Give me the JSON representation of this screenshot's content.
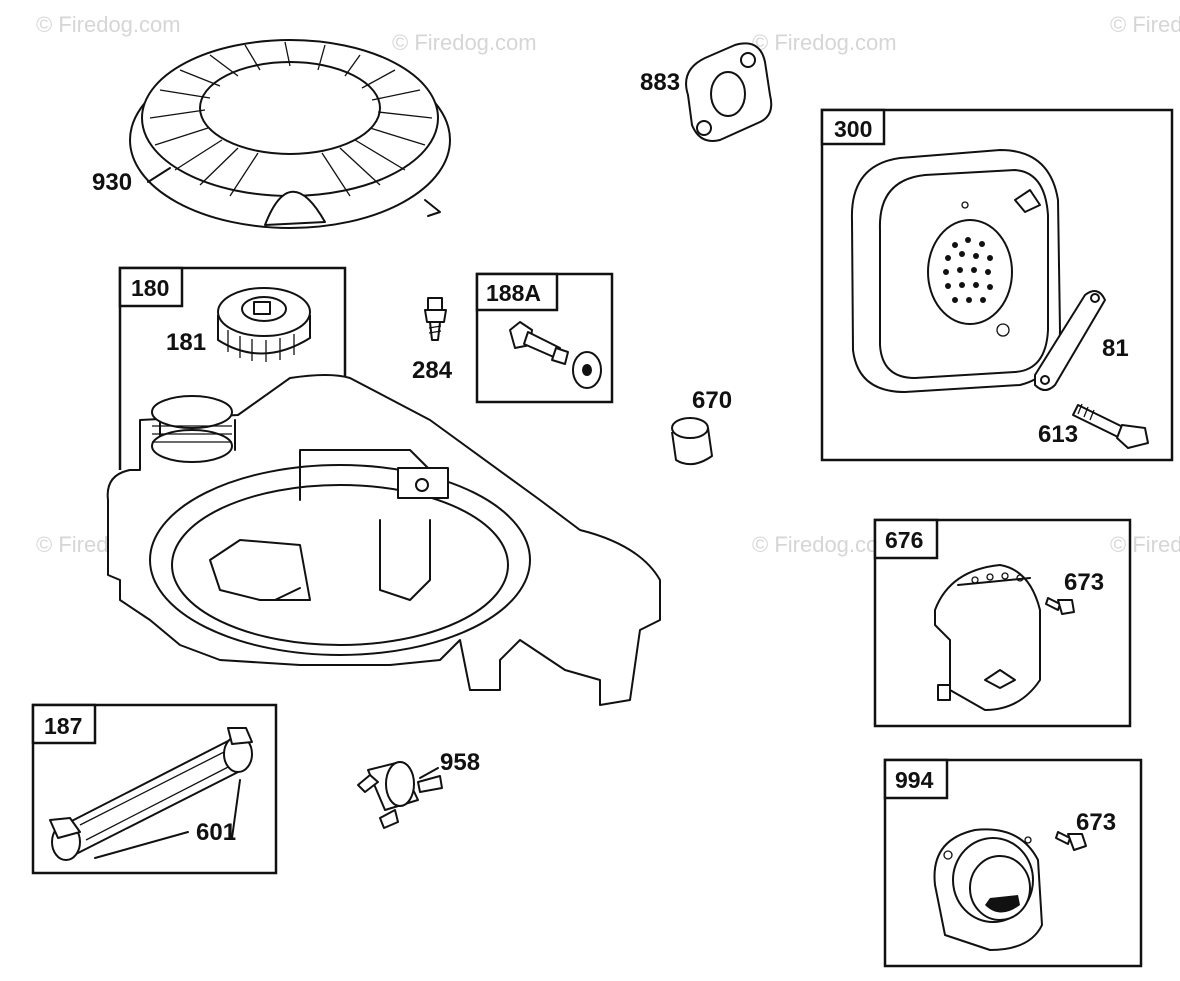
{
  "watermark": "© Firedog.com",
  "parts": {
    "p930": "930",
    "p883": "883",
    "p300": "300",
    "p81": "81",
    "p613": "613",
    "p180": "180",
    "p181": "181",
    "p284": "284",
    "p188A": "188A",
    "p670": "670",
    "p676": "676",
    "p673a": "673",
    "p187": "187",
    "p601": "601",
    "p958": "958",
    "p994": "994",
    "p673b": "673"
  }
}
